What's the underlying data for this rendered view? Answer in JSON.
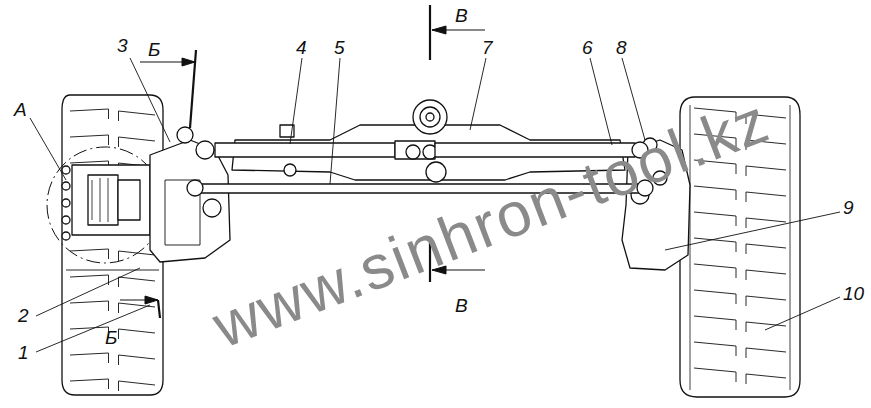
{
  "diagram": {
    "labels": [
      "А",
      "3",
      "Б",
      "4",
      "5",
      "7",
      "6",
      "8",
      "В",
      "9",
      "2",
      "1",
      "Б",
      "10",
      "В",
      "www.sinhron-tool.kz"
    ]
  }
}
